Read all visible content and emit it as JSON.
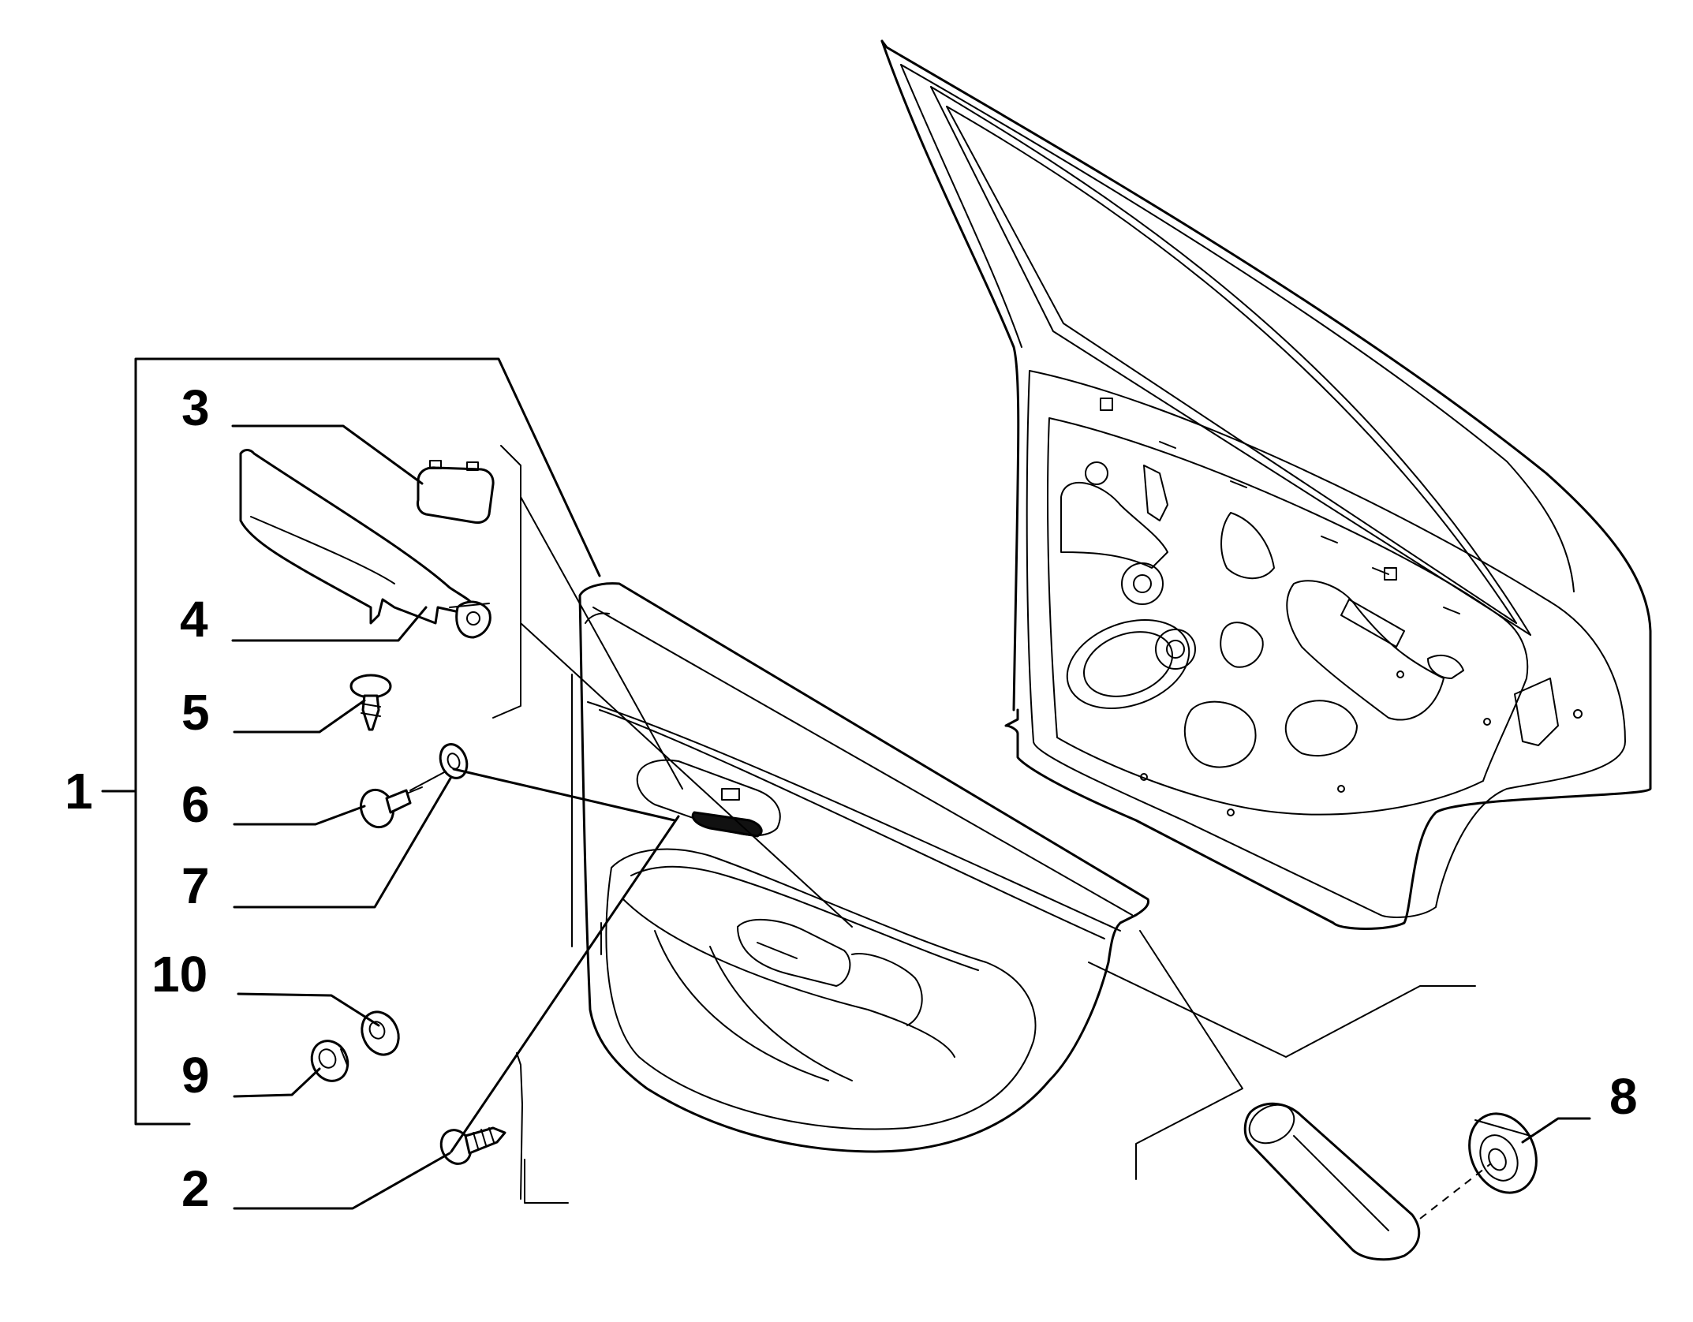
{
  "diagram": {
    "callouts": [
      {
        "id": "c1",
        "label": "1"
      },
      {
        "id": "c2",
        "label": "2"
      },
      {
        "id": "c3",
        "label": "3"
      },
      {
        "id": "c4",
        "label": "4"
      },
      {
        "id": "c5",
        "label": "5"
      },
      {
        "id": "c6",
        "label": "6"
      },
      {
        "id": "c7",
        "label": "7"
      },
      {
        "id": "c8",
        "label": "8"
      },
      {
        "id": "c9",
        "label": "9"
      },
      {
        "id": "c10",
        "label": "10"
      }
    ],
    "line_color": "#000000",
    "background": "#ffffff"
  }
}
